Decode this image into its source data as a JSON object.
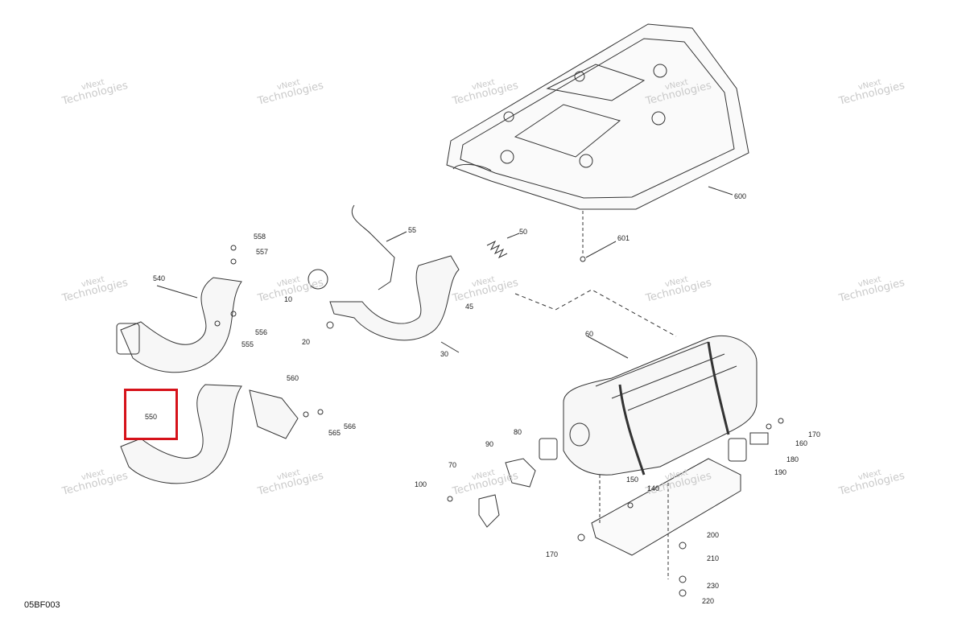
{
  "diagram": {
    "page_code": "05BF003",
    "watermark_line1": "vNext",
    "watermark_line2": "Technologies",
    "watermark_count": 15,
    "highlight_color": "#d6121a",
    "highlighted_part": "550",
    "callouts": [
      "558",
      "557",
      "540",
      "556",
      "555",
      "560",
      "550",
      "566",
      "565",
      "55",
      "50",
      "10",
      "45",
      "20",
      "30",
      "600",
      "601",
      "60",
      "170",
      "160",
      "180",
      "190",
      "80",
      "90",
      "70",
      "100",
      "150",
      "140",
      "200",
      "170",
      "210",
      "230",
      "220"
    ]
  }
}
